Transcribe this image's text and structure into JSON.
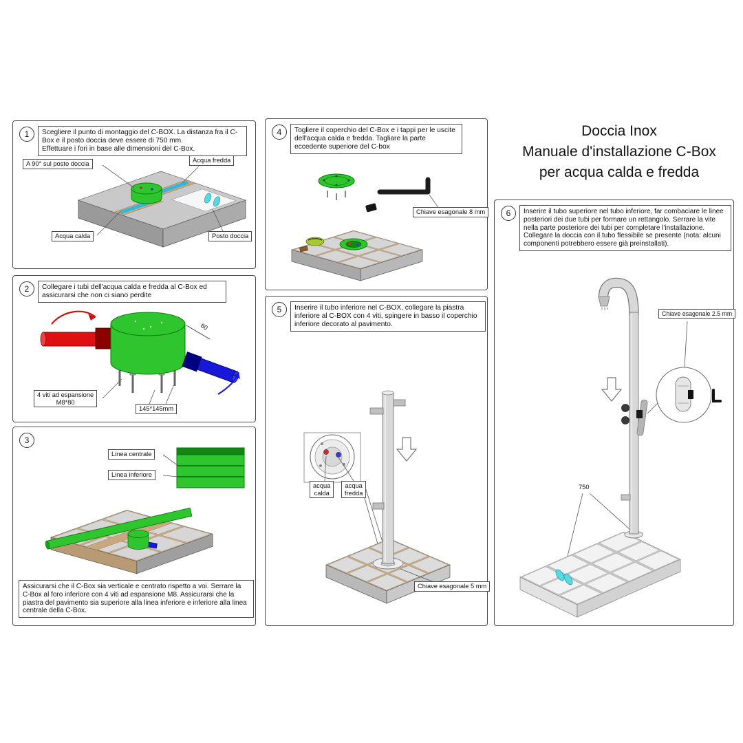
{
  "title": {
    "line1": "Doccia Inox",
    "line2": "Manuale d'installazione C-Box",
    "line3": "per acqua calda e fredda"
  },
  "colors": {
    "cbox_green": "#2fc52f",
    "hot_red": "#dd1111",
    "cold_blue": "#1818d8",
    "footprint_cyan": "#57dbe0",
    "grout_tan": "#c9a87f"
  },
  "step1": {
    "number": "1",
    "instruction": "Scegliere il punto di montaggio del C-BOX. La distanza fra il C-Box e il posto doccia deve essere di 750 mm.\nEffettuare i fori in base alle dimensioni del C-Box.",
    "label_angle": "A 90° sul posto doccia",
    "label_cold": "Acqua fredda",
    "label_hot": "Acqua calda",
    "label_spot": "Posto doccia"
  },
  "step2": {
    "number": "2",
    "instruction": "Collegare i tubi dell'acqua calda e fredda al C-Box ed assicurarsi che non ci siano perdite",
    "label_screws": "4 viti ad espansione\nM8*80",
    "label_plate": "145*145mm",
    "dim_60": "60"
  },
  "step3": {
    "number": "3",
    "label_center": "Linea centrale",
    "label_lower": "Linea inferiore",
    "instruction": "Assicurarsi che il C-Box sia verticale e centrato rispetto a voi. Serrare la C-Box al foro inferiore con 4 viti ad espansione M8. Assicurarsi che la piastra del pavimento sia superiore alla linea inferiore e inferiore alla linea centrale della C-Box."
  },
  "step4": {
    "number": "4",
    "instruction": "Togliere il coperchio del C-Box e i tappi per le uscite dell'acqua calda e fredda. Tagliare la parte eccedente superiore del C-box",
    "label_key": "Chiave esagonale 8 mm"
  },
  "step5": {
    "number": "5",
    "instruction": "Inserire il tubo inferiore nel C-BOX, collegare la piastra inferiore al C-BOX con 4 viti, spingere in basso il coperchio inferiore decorato al pavimento.",
    "label_hot": "acqua\ncalda",
    "label_cold": "acqua\nfredda",
    "label_key": "Chiave esagonale 5 mm"
  },
  "step6": {
    "number": "6",
    "instruction": "Inserire il tubo superiore nel tubo inferiore, far combaciare le linee posteriori dei due tubi per formare un rettangolo. Serrare la vite nella parte posteriore dei tubi per completare l'installazione. Collegare la doccia con il tubo flessibile se presente (nota: alcuni componenti potrebbero essere già preinstallati).",
    "label_key": "Chiave esagonale 2.5 mm",
    "dim_750": "750"
  }
}
